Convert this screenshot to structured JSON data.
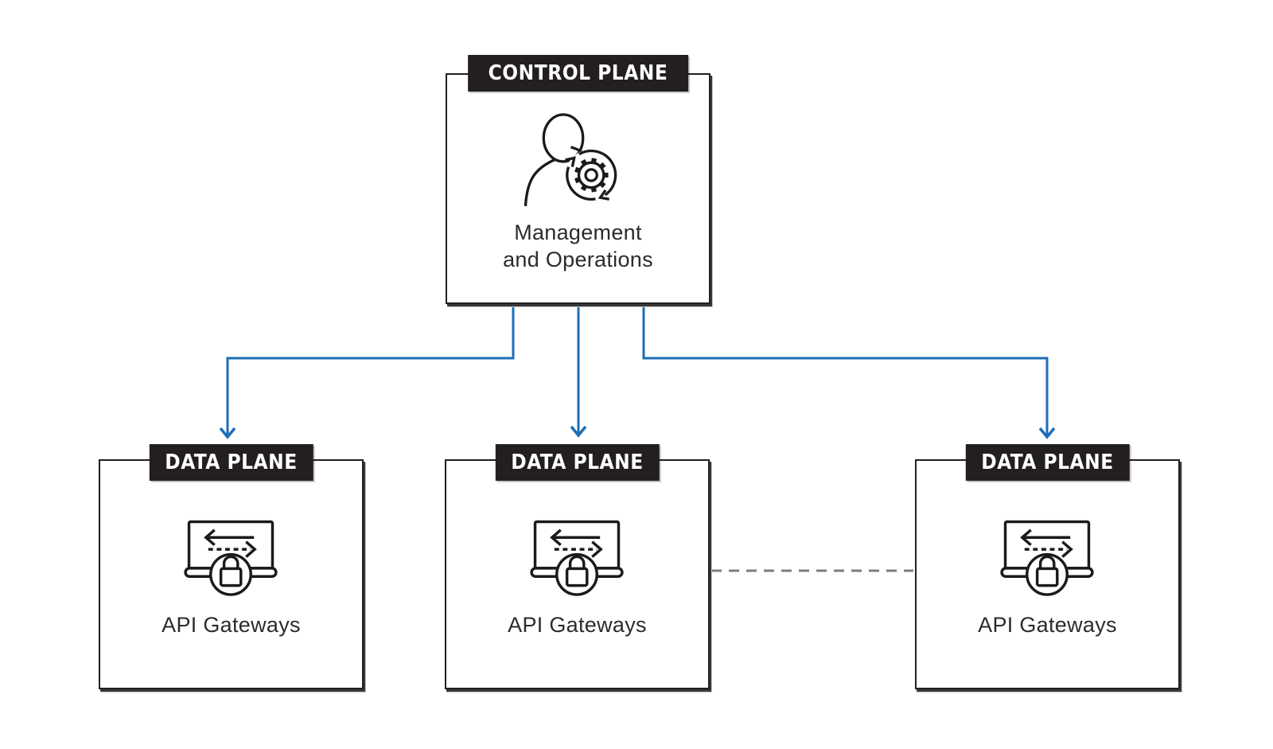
{
  "control_plane": {
    "badge": "CONTROL PLANE",
    "label_line1": "Management",
    "label_line2": "and Operations",
    "icon": "person-with-gear-cycle"
  },
  "data_planes": [
    {
      "badge": "DATA PLANE",
      "label": "API Gateways",
      "icon": "monitor-arrows-lock"
    },
    {
      "badge": "DATA PLANE",
      "label": "API Gateways",
      "icon": "monitor-arrows-lock"
    },
    {
      "badge": "DATA PLANE",
      "label": "API Gateways",
      "icon": "monitor-arrows-lock"
    }
  ],
  "connections": {
    "control_to_each_data_plane": "solid blue elbow arrows",
    "between_data_planes": "dashed gray line"
  },
  "colors": {
    "connector_blue": "#1c6eb6",
    "badge_background": "#231f20",
    "box_border": "#231f20",
    "dashed_gray": "#7d7d7d",
    "text": "#2b2b2b",
    "icon_stroke": "#1b1b1b",
    "background": "#ffffff"
  }
}
